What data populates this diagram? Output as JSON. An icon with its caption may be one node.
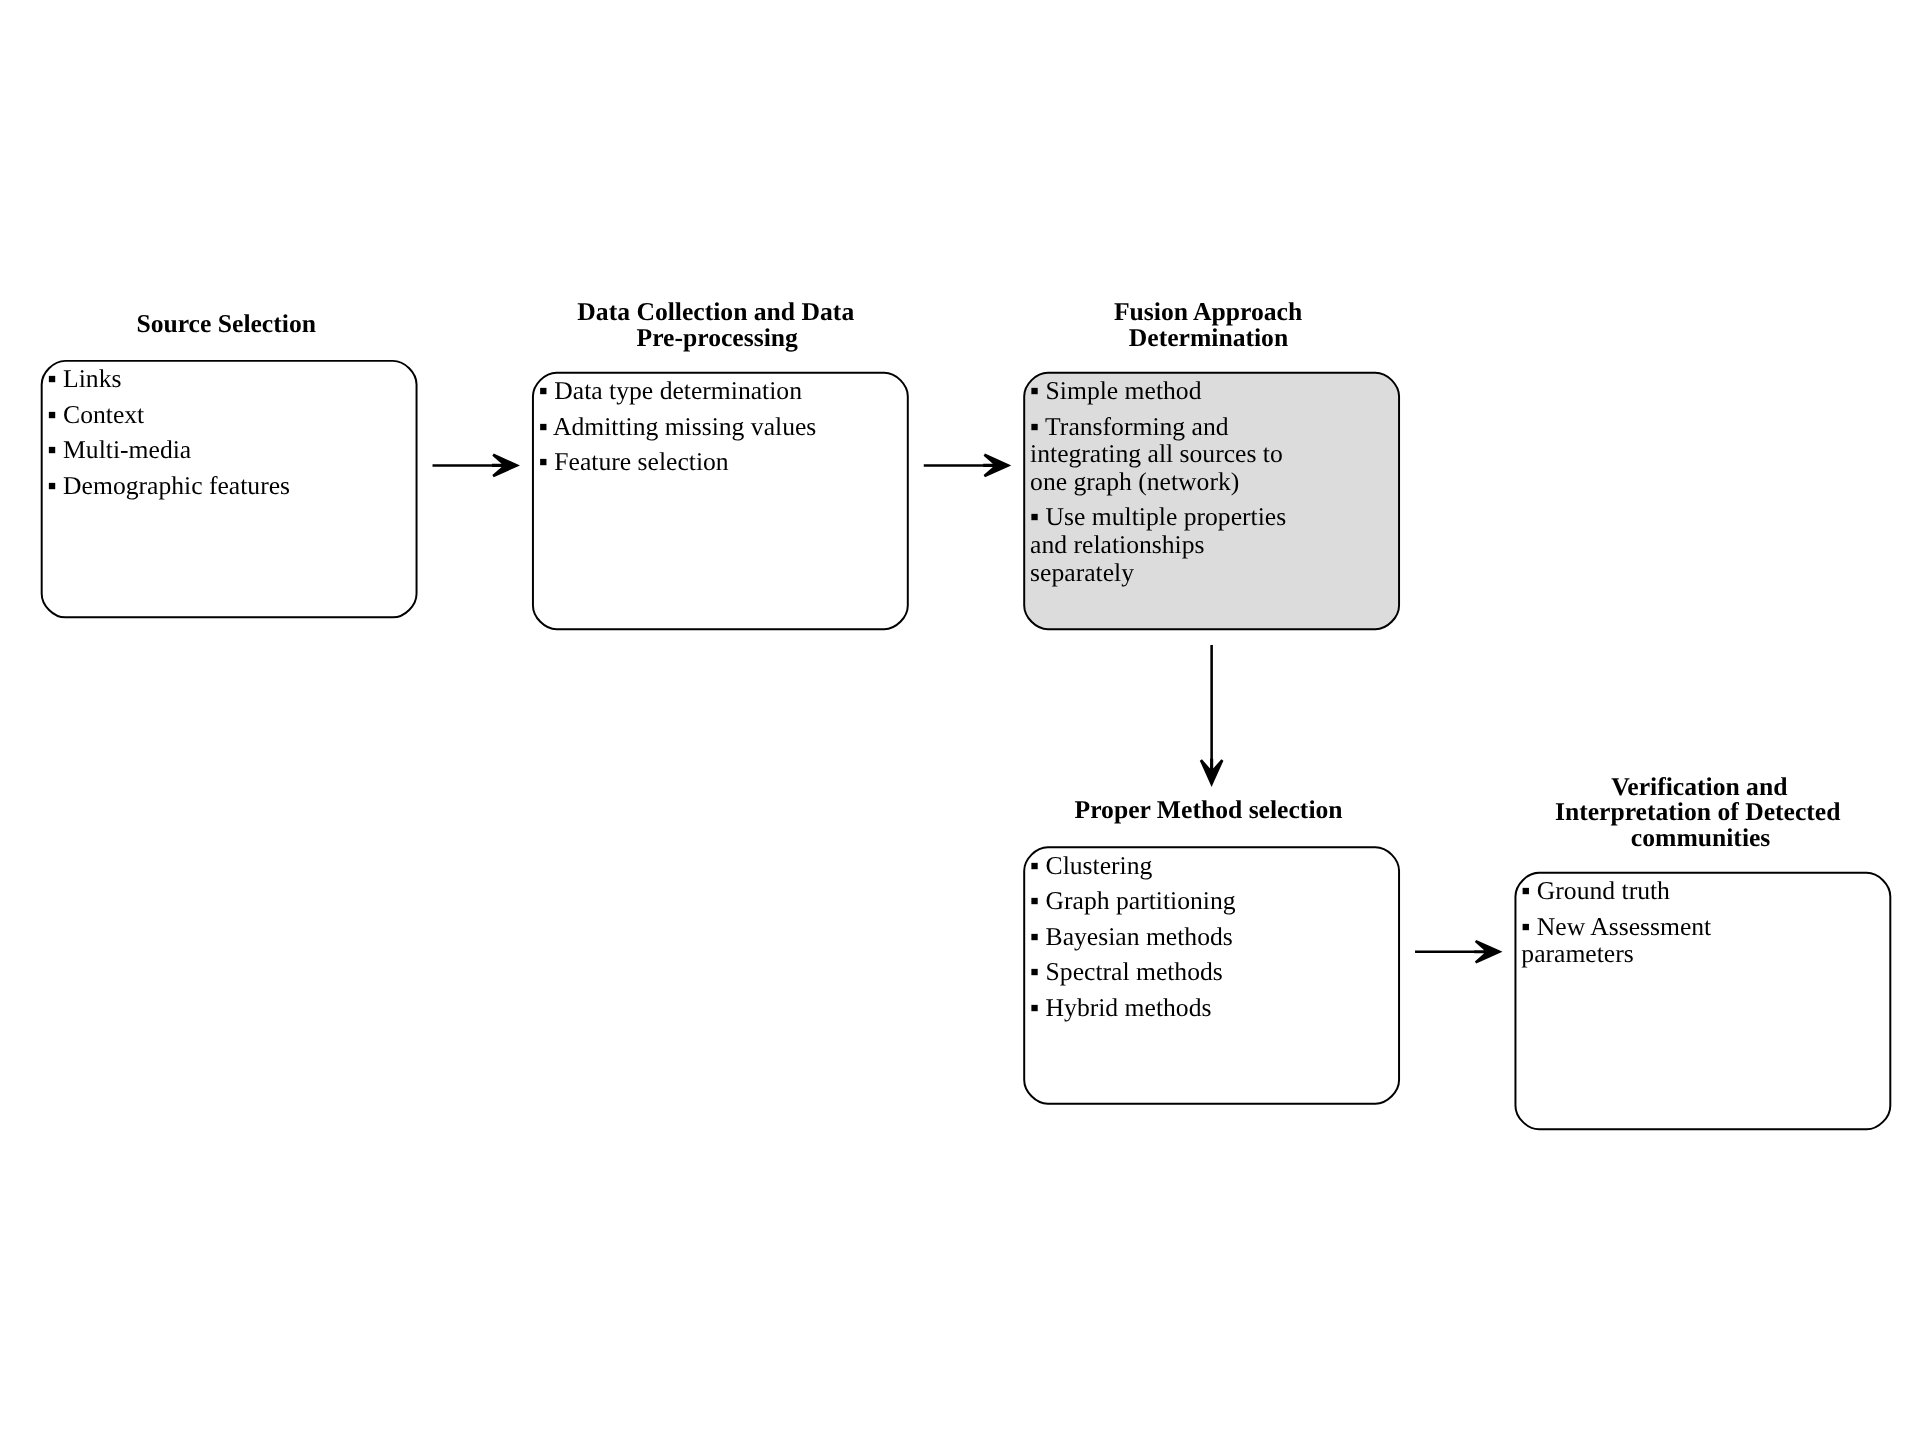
{
  "diagram": {
    "nodes": [
      {
        "text": [
          "Source Selection",
          "▪ Links",
          "▪ Context",
          "▪ Multi-media",
          "▪ Demographic features"
        ]
      },
      {
        "text": [
          "Data Collection and Data Pre-processing",
          "▪ Data type determination",
          "▪ Admitting missing values",
          "▪ Feature selection"
        ]
      },
      {
        "text": [
          "Fusion Approach Determination",
          "▪ Simple method",
          "▪ Transforming and integrating all sources to one graph (network)",
          "▪ Use multiple properties and relationships separately"
        ]
      },
      {
        "text": [
          "Proper Method selection",
          "▪ Clustering",
          "▪ Graph partitioning",
          "▪ Bayesian methods",
          "▪ Spectral methods",
          "▪ Hybrid methods"
        ]
      },
      {
        "text": [
          "Verification and Interpretation of Detected communities",
          "▪ Ground truth",
          "▪ New Assessment parameters"
        ]
      }
    ],
    "edges": [
      {
        "from": 0,
        "to": 1,
        "arrow": "to"
      },
      {
        "from": 1,
        "to": 2,
        "arrow": "to"
      },
      {
        "from": 2,
        "to": 3,
        "arrow": "to"
      },
      {
        "from": 3,
        "to": 4,
        "arrow": "to"
      }
    ]
  }
}
